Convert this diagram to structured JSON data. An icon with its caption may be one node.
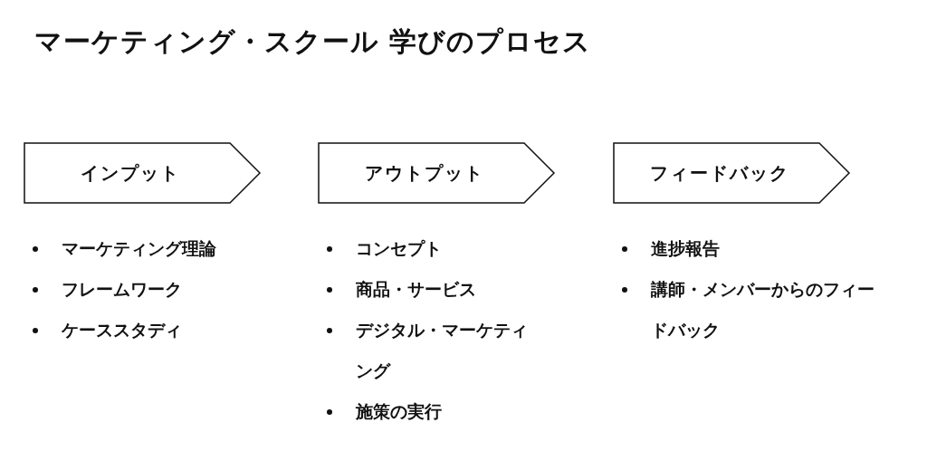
{
  "diagram": {
    "title": "マーケティング・スクール 学びのプロセス",
    "nodes": [
      {
        "text": [
          "インプット"
        ],
        "beside": [
          "マーケティング理論",
          "フレームワーク",
          "ケーススタディ"
        ]
      },
      {
        "text": [
          "アウトプット"
        ],
        "beside": [
          "コンセプト",
          "商品・サービス",
          "デジタル・マーケティング",
          "施策の実行"
        ]
      },
      {
        "text": [
          "フィードバック"
        ],
        "beside": [
          "進捗報告",
          "講師・メンバーからのフィードバック"
        ]
      }
    ],
    "edges": []
  }
}
